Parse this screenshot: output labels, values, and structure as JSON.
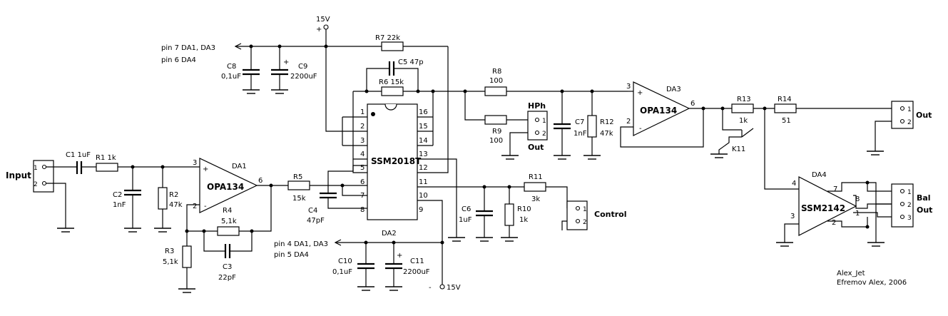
{
  "power": {
    "vplus": "15V",
    "vminus": "15V",
    "plus_sign": "+",
    "minus_sign": "-"
  },
  "supply_notes": {
    "pos_line1": "pin 7  DA1, DA3",
    "pos_line2": "pin 6  DA4",
    "neg_line1": "pin 4  DA1, DA3",
    "neg_line2": "pin 5  DA4"
  },
  "connectors": {
    "input": "Input",
    "hph_top": "HPh",
    "hph_bottom": "Out",
    "control": "Control",
    "out": "Out",
    "bal1": "Bal",
    "bal2": "Out",
    "pin1": "1",
    "pin2": "2",
    "pin3": "3"
  },
  "components": {
    "c1": "C1 1uF",
    "r1": "R1 1k",
    "c2": "C2",
    "c2v": "1nF",
    "r2": "R2",
    "r2v": "47k",
    "da1": "DA1",
    "opa1": "OPA134",
    "r4": "R4",
    "r4v": "5,1k",
    "r3": "R3",
    "r3v": "5,1k",
    "c3": "C3",
    "c3v": "22pF",
    "r5": "R5",
    "r5v": "15k",
    "c4": "C4",
    "c4v": "47pF",
    "r7": "R7 22k",
    "c5": "C5 47p",
    "r6": "R6 15k",
    "c8": "C8",
    "c8v": "0,1uF",
    "c9": "C9",
    "c9v": "2200uF",
    "ic": "SSM2018T",
    "da2": "DA2",
    "r8": "R8",
    "r8v": "100",
    "r9": "R9",
    "r9v": "100",
    "c7": "C7",
    "c7v": "1nF",
    "r12": "R12",
    "r12v": "47k",
    "da3": "DA3",
    "opa3": "OPA134",
    "r13": "R13",
    "r13v": "1k",
    "r14": "R14",
    "r14v": "51",
    "k11": "K11",
    "da4": "DA4",
    "ssm2142": "SSM2142",
    "c6": "C6",
    "c6v": "1uF",
    "r10": "R10",
    "r10v": "1k",
    "r11": "R11",
    "r11v": "3k",
    "c10": "C10",
    "c10v": "0,1uF",
    "c11": "C11",
    "c11v": "2200uF"
  },
  "ic_pins": {
    "l1": "1",
    "l2": "2",
    "l3": "3",
    "l4": "4",
    "l5": "5",
    "l6": "6",
    "l7": "7",
    "l8": "8",
    "r16": "16",
    "r15": "15",
    "r14": "14",
    "r13": "13",
    "r12": "12",
    "r11": "11",
    "r10": "10",
    "r9": "9"
  },
  "opamp_pins": {
    "p2": "2",
    "p3": "3",
    "p6": "6",
    "p4": "4",
    "p3b": "3",
    "p7": "7",
    "p8": "8",
    "p1": "1",
    "p2b": "2",
    "plus": "+",
    "minus": "-",
    "capplus": "+"
  },
  "credits": {
    "line1": "Alex_Jet",
    "line2": "Efremov Alex, 2006"
  }
}
